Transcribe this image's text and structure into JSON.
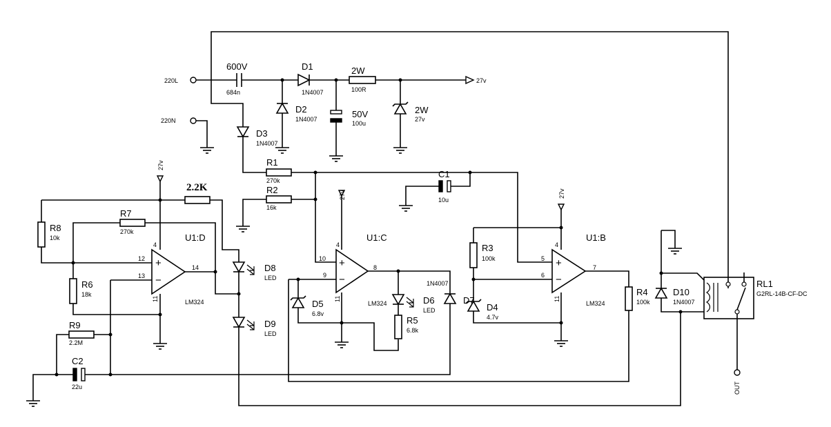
{
  "terminals": {
    "line": "220L",
    "neutral": "220N",
    "out": "OUT",
    "rail": "27v"
  },
  "components": {
    "cap_in": {
      "rating": "600V",
      "value": "684n"
    },
    "D1": {
      "ref": "D1",
      "part": "1N4007"
    },
    "D2": {
      "ref": "D2",
      "part": "1N4007"
    },
    "D3": {
      "ref": "D3",
      "part": "1N4007"
    },
    "R_series": {
      "rating": "2W",
      "value": "100R"
    },
    "C_bulk": {
      "rating": "50V",
      "value": "100u"
    },
    "Z_reg": {
      "rating": "2W",
      "value": "27v"
    },
    "R1": {
      "ref": "R1",
      "value": "270k"
    },
    "R2": {
      "ref": "R2",
      "value": "16k"
    },
    "C1": {
      "ref": "C1",
      "value": "10u"
    },
    "R_top": {
      "value": "2.2K"
    },
    "R7": {
      "ref": "R7",
      "value": "270k"
    },
    "R8": {
      "ref": "R8",
      "value": "10k"
    },
    "R6": {
      "ref": "R6",
      "value": "18k"
    },
    "R9": {
      "ref": "R9",
      "value": "2.2M"
    },
    "C2": {
      "ref": "C2",
      "value": "22u"
    },
    "U1D": {
      "ref": "U1:D",
      "part": "LM324"
    },
    "U1C": {
      "ref": "U1:C",
      "part": "LM324"
    },
    "U1B": {
      "ref": "U1:B",
      "part": "LM324"
    },
    "D8": {
      "ref": "D8",
      "part": "LED"
    },
    "D9": {
      "ref": "D9",
      "part": "LED"
    },
    "D5": {
      "ref": "D5",
      "value": "6.8v"
    },
    "D6": {
      "ref": "D6",
      "part": "LED"
    },
    "R5": {
      "ref": "R5",
      "value": "6.8k"
    },
    "D7": {
      "ref": "D7",
      "part": "1N4007"
    },
    "D4": {
      "ref": "D4",
      "value": "4.7v"
    },
    "R3": {
      "ref": "R3",
      "value": "100k"
    },
    "R4": {
      "ref": "R4",
      "value": "100k"
    },
    "D10": {
      "ref": "D10",
      "part": "1N4007"
    },
    "RL1": {
      "ref": "RL1",
      "part": "G2RL-14B-CF-DC"
    }
  },
  "pins": {
    "p4": "4",
    "p11": "11",
    "p12": "12",
    "p13": "13",
    "p14": "14",
    "p10": "10",
    "p9": "9",
    "p8": "8",
    "p5": "5",
    "p6": "6",
    "p7": "7",
    "plus": "+",
    "minus": "−"
  }
}
